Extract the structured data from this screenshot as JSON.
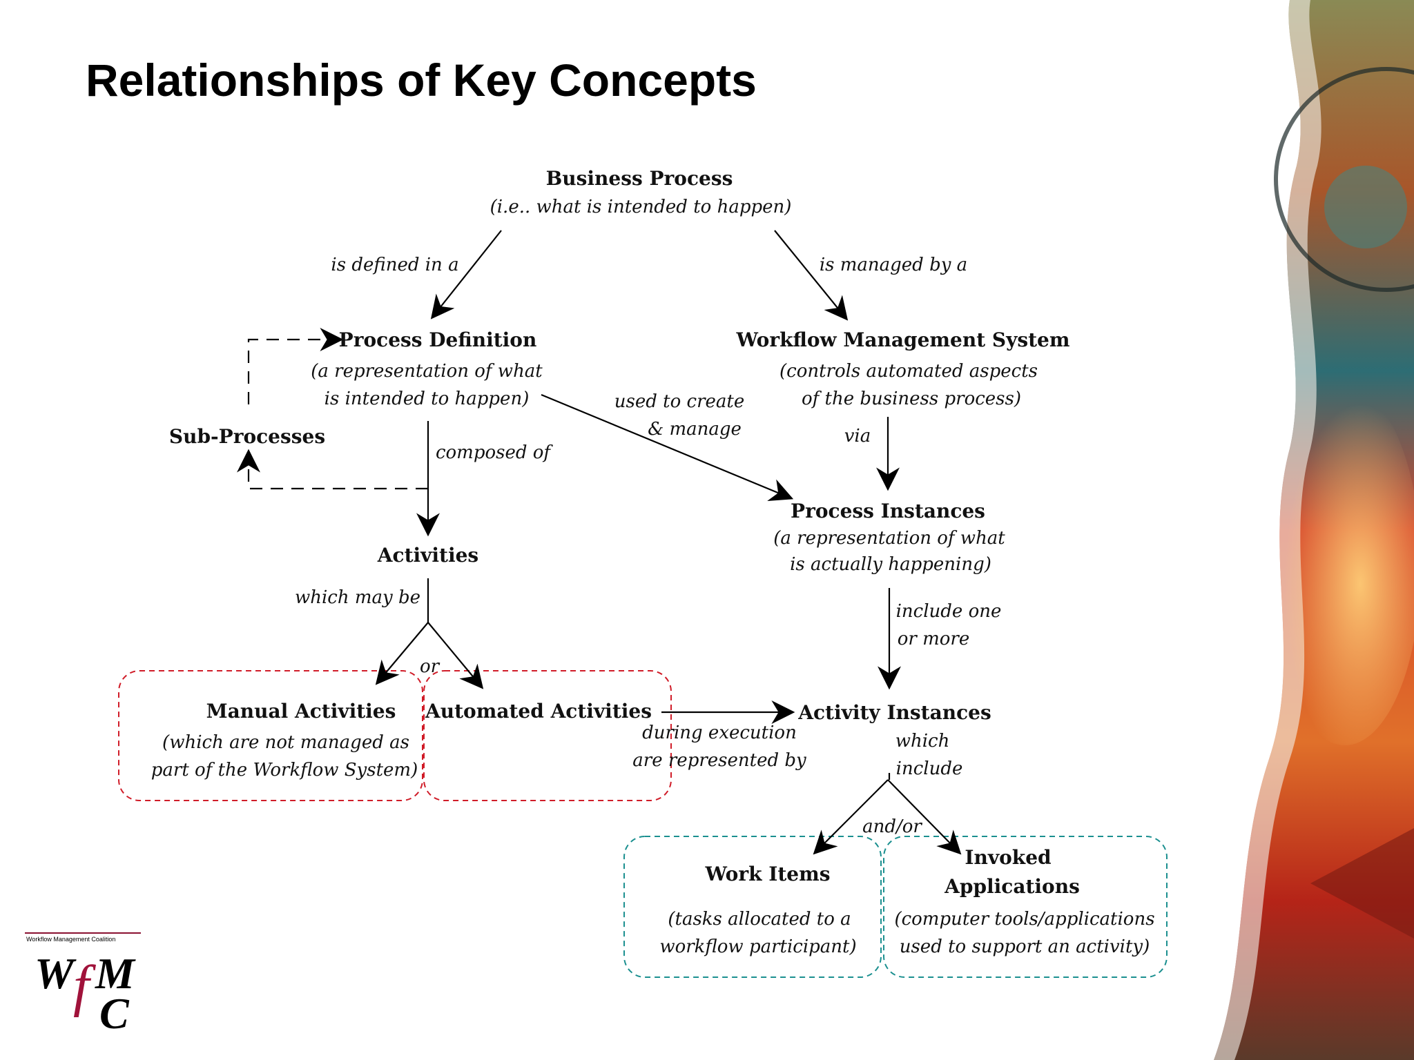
{
  "slide": {
    "title": "Relationships of Key Concepts"
  },
  "logo": {
    "top_text": "Workflow Management Coalition",
    "letters": [
      "W",
      "f",
      "M",
      "C"
    ]
  },
  "colors": {
    "group_red": "#d01c28",
    "group_teal": "#1a8f8f",
    "text": "#111111"
  },
  "nodes": {
    "business_process": {
      "title": "Business Process",
      "sub": [
        "(i.e.. what is intended to happen)"
      ]
    },
    "process_definition": {
      "title": "Process Definition",
      "sub": [
        "(a representation of what",
        "is intended to happen)"
      ]
    },
    "wms": {
      "title": "Workflow Management System",
      "sub": [
        "(controls automated aspects",
        "of the business process)"
      ]
    },
    "sub_processes": {
      "title": "Sub-Processes"
    },
    "activities": {
      "title": "Activities"
    },
    "process_instances": {
      "title": "Process Instances",
      "sub": [
        "(a representation of what",
        "is actually happening)"
      ]
    },
    "manual_activities": {
      "title": "Manual Activities",
      "sub": [
        "(which are not managed as",
        "part of the Workflow System)"
      ]
    },
    "automated_activities": {
      "title": "Automated Activities"
    },
    "activity_instances": {
      "title": "Activity Instances"
    },
    "work_items": {
      "title": "Work Items",
      "sub": [
        "(tasks allocated to a",
        "workflow participant)"
      ]
    },
    "invoked_applications": {
      "title": [
        "Invoked",
        "Applications"
      ],
      "sub": [
        "(computer tools/applications",
        "used to support an activity)"
      ]
    }
  },
  "edge_labels": {
    "is_defined_in": "is defined in a",
    "is_managed_by": "is managed by a",
    "used_to_create": [
      "used to create",
      "& manage"
    ],
    "via": "via",
    "composed_of": "composed of",
    "which_may_be": "which may be",
    "or": "or",
    "include_one": [
      "include one",
      "or more"
    ],
    "during_execution": [
      "during execution",
      "are represented by"
    ],
    "which_include": [
      "which",
      "include"
    ],
    "and_or": "and/or"
  }
}
